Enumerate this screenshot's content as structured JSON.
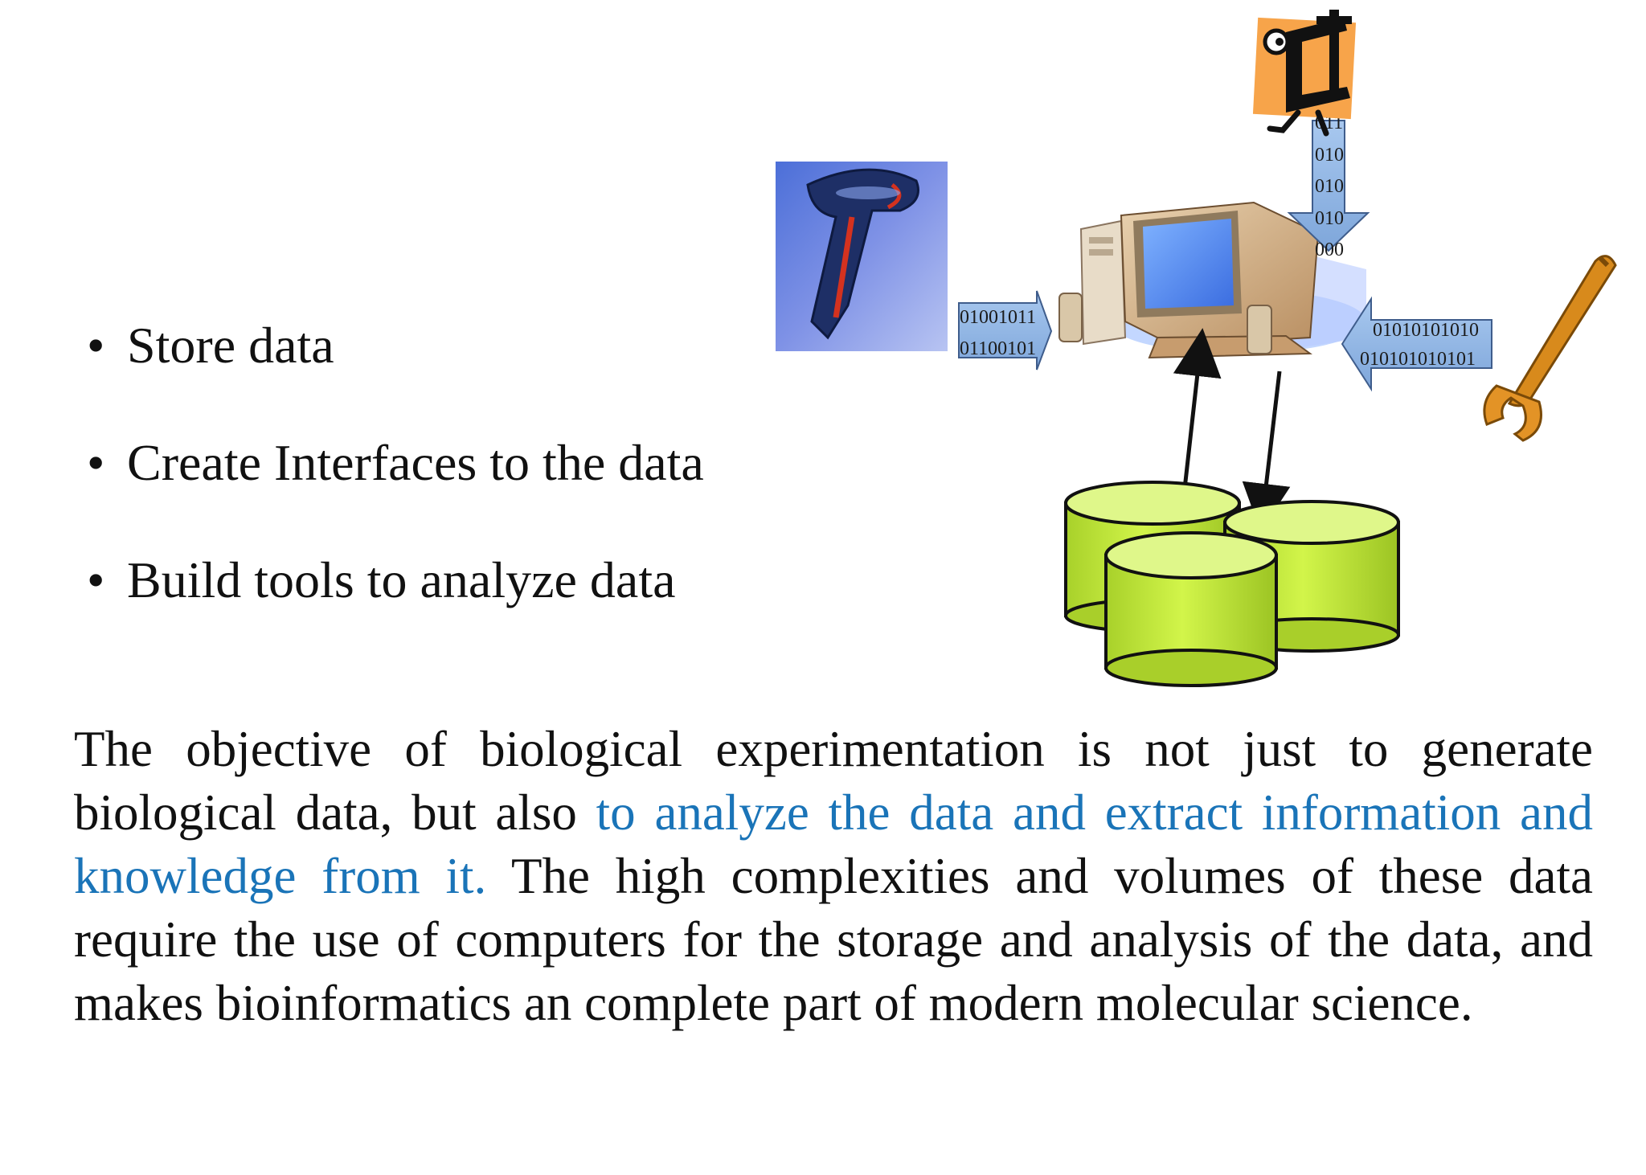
{
  "bullets": [
    "Store data",
    "Create Interfaces to the data",
    "Build tools to analyze data"
  ],
  "paragraph": {
    "part1": "The objective of biological experimentation is not just to generate biological data, but also ",
    "highlight": "to analyze the data and extract information and knowledge from it.",
    "part2": " The high complexities and volumes of these data require the use of computers for the storage and analysis of the data, and makes bioinformatics an complete part of modern molecular science."
  },
  "figure": {
    "left_arrow": [
      "01001011",
      "01100101"
    ],
    "right_arrow": [
      "01010101010",
      "010101010101"
    ],
    "top_arrow": [
      "011",
      "010",
      "010",
      "010",
      "000"
    ]
  },
  "colors": {
    "highlight": "#1a74b8",
    "database": "#c9f23a",
    "arrow_fill": "#8fb3e0"
  }
}
